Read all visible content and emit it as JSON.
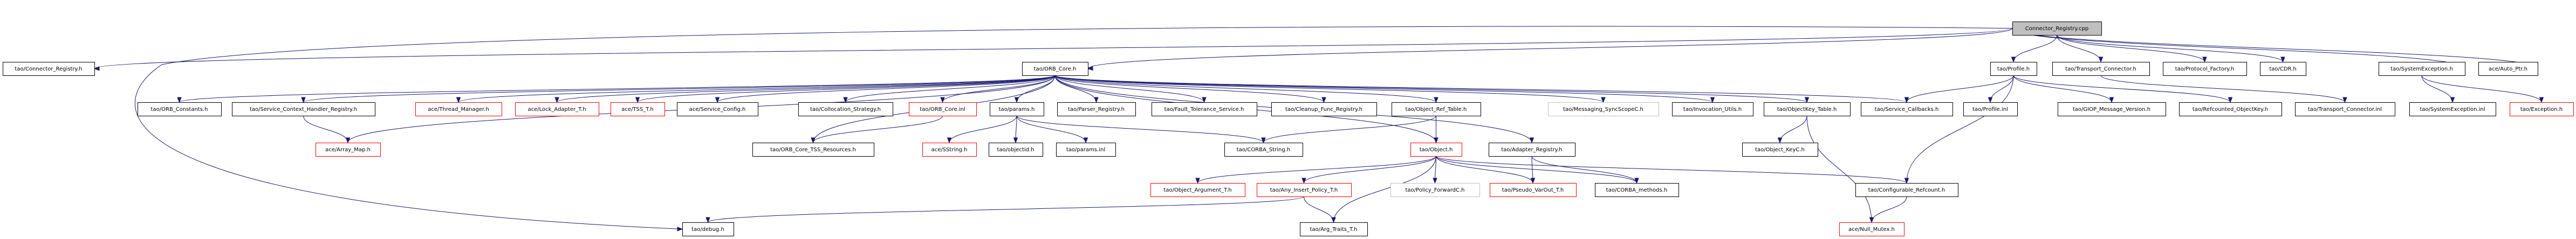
{
  "title": "Connector_Registry.cpp include dependency graph",
  "colors": {
    "edge": "#191970",
    "root_fill": "#bfbfbf",
    "documented_border": "#000000",
    "undocumented_border": "#ff0000",
    "external_border": "#bfbfbf"
  },
  "nodes": [
    {
      "id": "root",
      "label": "Connector_Registry.cpp",
      "kind": "root"
    },
    {
      "id": "connector_registry_h",
      "label": "tao/Connector_Registry.h",
      "kind": "normal"
    },
    {
      "id": "orb_core_h",
      "label": "tao/ORB_Core.h",
      "kind": "normal"
    },
    {
      "id": "profile_h",
      "label": "tao/Profile.h",
      "kind": "normal"
    },
    {
      "id": "transport_connector_h",
      "label": "tao/Transport_Connector.h",
      "kind": "normal"
    },
    {
      "id": "protocol_factory_h",
      "label": "tao/Protocol_Factory.h",
      "kind": "normal"
    },
    {
      "id": "cdr_h",
      "label": "tao/CDR.h",
      "kind": "normal"
    },
    {
      "id": "systemexception_h",
      "label": "tao/SystemException.h",
      "kind": "normal"
    },
    {
      "id": "auto_ptr_h",
      "label": "ace/Auto_Ptr.h",
      "kind": "normal"
    },
    {
      "id": "orb_constants_h",
      "label": "tao/ORB_Constants.h",
      "kind": "normal"
    },
    {
      "id": "scx_handler_registry_h",
      "label": "tao/Service_Context_Handler_Registry.h",
      "kind": "normal"
    },
    {
      "id": "thread_manager_h",
      "label": "ace/Thread_Manager.h",
      "kind": "red"
    },
    {
      "id": "lock_adapter_t_h",
      "label": "ace/Lock_Adapter_T.h",
      "kind": "red"
    },
    {
      "id": "tss_t_h",
      "label": "ace/TSS_T.h",
      "kind": "red"
    },
    {
      "id": "service_config_h",
      "label": "ace/Service_Config.h",
      "kind": "normal"
    },
    {
      "id": "collocation_strategy_h",
      "label": "tao/Collocation_Strategy.h",
      "kind": "normal"
    },
    {
      "id": "orb_core_inl",
      "label": "tao/ORB_Core.inl",
      "kind": "red"
    },
    {
      "id": "params_h",
      "label": "tao/params.h",
      "kind": "normal"
    },
    {
      "id": "parser_registry_h",
      "label": "tao/Parser_Registry.h",
      "kind": "normal"
    },
    {
      "id": "fault_tolerance_service_h",
      "label": "tao/Fault_Tolerance_Service.h",
      "kind": "normal"
    },
    {
      "id": "cleanup_func_registry_h",
      "label": "tao/Cleanup_Func_Registry.h",
      "kind": "normal"
    },
    {
      "id": "object_ref_table_h",
      "label": "tao/Object_Ref_Table.h",
      "kind": "normal"
    },
    {
      "id": "messaging_syncscopec_h",
      "label": "tao/Messaging_SyncScopeC.h",
      "kind": "gray"
    },
    {
      "id": "invocation_utils_h",
      "label": "tao/Invocation_Utils.h",
      "kind": "normal"
    },
    {
      "id": "objectkey_table_h",
      "label": "tao/ObjectKey_Table.h",
      "kind": "normal"
    },
    {
      "id": "service_callbacks_h",
      "label": "tao/Service_Callbacks.h",
      "kind": "normal"
    },
    {
      "id": "profile_inl",
      "label": "tao/Profile.inl",
      "kind": "normal"
    },
    {
      "id": "giop_message_version_h",
      "label": "tao/GIOP_Message_Version.h",
      "kind": "normal"
    },
    {
      "id": "refcounted_objectkey_h",
      "label": "tao/Refcounted_ObjectKey.h",
      "kind": "normal"
    },
    {
      "id": "transport_connector_inl",
      "label": "tao/Transport_Connector.inl",
      "kind": "normal"
    },
    {
      "id": "systemexception_inl",
      "label": "tao/SystemException.inl",
      "kind": "normal"
    },
    {
      "id": "exception_h",
      "label": "tao/Exception.h",
      "kind": "red"
    },
    {
      "id": "array_map_h",
      "label": "ace/Array_Map.h",
      "kind": "red"
    },
    {
      "id": "orb_core_tss_resources_h",
      "label": "tao/ORB_Core_TSS_Resources.h",
      "kind": "normal"
    },
    {
      "id": "sstring_h",
      "label": "ace/SString.h",
      "kind": "red"
    },
    {
      "id": "objectid_h",
      "label": "tao/objectid.h",
      "kind": "normal"
    },
    {
      "id": "params_inl",
      "label": "tao/params.inl",
      "kind": "normal"
    },
    {
      "id": "corba_string_h",
      "label": "tao/CORBA_String.h",
      "kind": "normal"
    },
    {
      "id": "object_h",
      "label": "tao/Object.h",
      "kind": "red"
    },
    {
      "id": "adapter_registry_h",
      "label": "tao/Adapter_Registry.h",
      "kind": "normal"
    },
    {
      "id": "object_keyc_h",
      "label": "tao/Object_KeyC.h",
      "kind": "normal"
    },
    {
      "id": "object_argument_t_h",
      "label": "tao/Object_Argument_T.h",
      "kind": "red"
    },
    {
      "id": "any_insert_policy_t_h",
      "label": "tao/Any_Insert_Policy_T.h",
      "kind": "red"
    },
    {
      "id": "policy_forwardc_h",
      "label": "tao/Policy_ForwardC.h",
      "kind": "gray"
    },
    {
      "id": "pseudo_varout_t_h",
      "label": "tao/Pseudo_VarOut_T.h",
      "kind": "red"
    },
    {
      "id": "corba_methods_h",
      "label": "tao/CORBA_methods.h",
      "kind": "normal"
    },
    {
      "id": "configurable_refcount_h",
      "label": "tao/Configurable_Refcount.h",
      "kind": "normal"
    },
    {
      "id": "debug_h",
      "label": "tao/debug.h",
      "kind": "normal"
    },
    {
      "id": "arg_traits_t_h",
      "label": "tao/Arg_Traits_T.h",
      "kind": "normal"
    },
    {
      "id": "null_mutex_h",
      "label": "ace/Null_Mutex.h",
      "kind": "red"
    }
  ],
  "edges": [
    [
      "root",
      "connector_registry_h"
    ],
    [
      "root",
      "orb_core_h"
    ],
    [
      "root",
      "profile_h"
    ],
    [
      "root",
      "transport_connector_h"
    ],
    [
      "root",
      "protocol_factory_h"
    ],
    [
      "root",
      "cdr_h"
    ],
    [
      "root",
      "systemexception_h"
    ],
    [
      "root",
      "auto_ptr_h"
    ],
    [
      "root",
      "debug_h"
    ],
    [
      "orb_core_h",
      "orb_constants_h"
    ],
    [
      "orb_core_h",
      "scx_handler_registry_h"
    ],
    [
      "orb_core_h",
      "thread_manager_h"
    ],
    [
      "orb_core_h",
      "lock_adapter_t_h"
    ],
    [
      "orb_core_h",
      "tss_t_h"
    ],
    [
      "orb_core_h",
      "service_config_h"
    ],
    [
      "orb_core_h",
      "collocation_strategy_h"
    ],
    [
      "orb_core_h",
      "orb_core_inl"
    ],
    [
      "orb_core_h",
      "params_h"
    ],
    [
      "orb_core_h",
      "parser_registry_h"
    ],
    [
      "orb_core_h",
      "fault_tolerance_service_h"
    ],
    [
      "orb_core_h",
      "cleanup_func_registry_h"
    ],
    [
      "orb_core_h",
      "object_ref_table_h"
    ],
    [
      "orb_core_h",
      "messaging_syncscopec_h"
    ],
    [
      "orb_core_h",
      "invocation_utils_h"
    ],
    [
      "orb_core_h",
      "objectkey_table_h"
    ],
    [
      "orb_core_h",
      "service_callbacks_h"
    ],
    [
      "orb_core_h",
      "array_map_h"
    ],
    [
      "orb_core_h",
      "orb_core_tss_resources_h"
    ],
    [
      "orb_core_h",
      "object_h"
    ],
    [
      "orb_core_h",
      "adapter_registry_h"
    ],
    [
      "scx_handler_registry_h",
      "array_map_h"
    ],
    [
      "orb_core_inl",
      "orb_core_tss_resources_h"
    ],
    [
      "params_h",
      "sstring_h"
    ],
    [
      "params_h",
      "objectid_h"
    ],
    [
      "params_h",
      "params_inl"
    ],
    [
      "params_h",
      "corba_string_h"
    ],
    [
      "object_ref_table_h",
      "corba_string_h"
    ],
    [
      "object_ref_table_h",
      "object_h"
    ],
    [
      "objectkey_table_h",
      "object_keyc_h"
    ],
    [
      "objectkey_table_h",
      "null_mutex_h"
    ],
    [
      "profile_h",
      "service_callbacks_h"
    ],
    [
      "profile_h",
      "profile_inl"
    ],
    [
      "profile_h",
      "giop_message_version_h"
    ],
    [
      "profile_h",
      "refcounted_objectkey_h"
    ],
    [
      "profile_h",
      "configurable_refcount_h"
    ],
    [
      "transport_connector_h",
      "transport_connector_inl"
    ],
    [
      "systemexception_h",
      "systemexception_inl"
    ],
    [
      "systemexception_h",
      "exception_h"
    ],
    [
      "object_h",
      "object_argument_t_h"
    ],
    [
      "object_h",
      "any_insert_policy_t_h"
    ],
    [
      "object_h",
      "policy_forwardc_h"
    ],
    [
      "object_h",
      "pseudo_varout_t_h"
    ],
    [
      "object_h",
      "corba_methods_h"
    ],
    [
      "object_h",
      "configurable_refcount_h"
    ],
    [
      "object_h",
      "arg_traits_t_h"
    ],
    [
      "adapter_registry_h",
      "pseudo_varout_t_h"
    ],
    [
      "adapter_registry_h",
      "corba_methods_h"
    ],
    [
      "any_insert_policy_t_h",
      "debug_h"
    ],
    [
      "any_insert_policy_t_h",
      "arg_traits_t_h"
    ],
    [
      "configurable_refcount_h",
      "null_mutex_h"
    ]
  ]
}
